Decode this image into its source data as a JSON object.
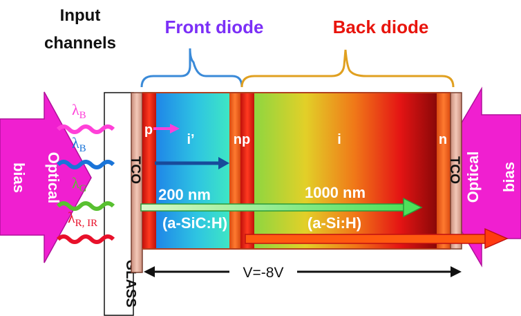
{
  "labels": {
    "input_line1": "Input",
    "input_line2": "channels",
    "front_diode": "Front diode",
    "back_diode": "Back diode",
    "optical_left": "Optical",
    "bias_left": "bias",
    "optical_right": "Optical",
    "bias_right": "bias",
    "tco_left": "TCO",
    "tco_right": "TCO",
    "glass": "GLASS",
    "p_front": "p",
    "i_front": "i’",
    "np": "np",
    "i_back": "i",
    "n_back": "n",
    "thickness_front": "200 nm",
    "material_front": "(a-SiC:H)",
    "thickness_back": "1000 nm",
    "material_back": "(a-Si:H)",
    "voltage": "V=-8V"
  },
  "channels": [
    {
      "base": "λ",
      "sub": "B"
    },
    {
      "base": "λ",
      "sub": "B"
    },
    {
      "base": "λ",
      "sub": "G"
    },
    {
      "base": "λ",
      "sub": "R, IR"
    }
  ],
  "colors": {
    "front_title": "#7b2ff7",
    "back_title": "#e8140c",
    "optical_bias": "#f01fd0",
    "wave_b1": "#ff40d8",
    "wave_b2": "#1a74d8",
    "wave_g": "#58c030",
    "wave_r": "#e8102a",
    "brace_front": "#3a8ad8",
    "brace_back": "#e0a020"
  }
}
